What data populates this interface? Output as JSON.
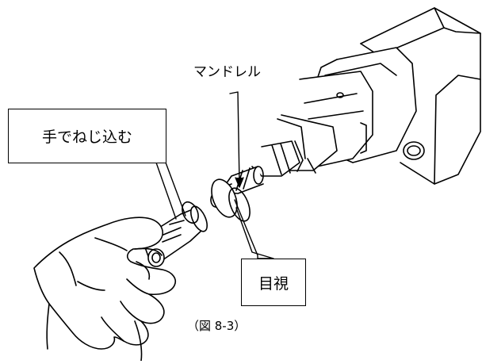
{
  "labels": {
    "mandrel": "マンドレル",
    "hand_screw": "手でねじ込む",
    "visual_check": "目視",
    "caption": "（図 8-3）"
  },
  "colors": {
    "line": "#000000",
    "background": "#ffffff"
  },
  "icons": {
    "spindle": "spindle-housing-illustration",
    "hand": "hand-holding-collet-illustration",
    "collet": "collet-nut-illustration",
    "washer": "washer-illustration"
  }
}
